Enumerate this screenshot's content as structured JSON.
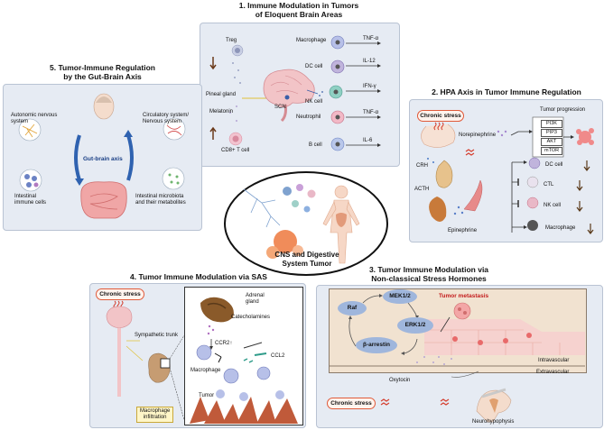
{
  "center": {
    "label_line1": "CNS and Digestive",
    "label_line2": "System Tumor"
  },
  "panel1": {
    "title_line1": "1. Immune Modulation in Tumors",
    "title_line2": "of Eloquent Brain Areas",
    "left_labels": {
      "treg": "Treg",
      "pineal": "Pineal gland",
      "melatonin": "Melatonin",
      "cd8": "CD8+ T cell",
      "scn": "SCN"
    },
    "cells": [
      {
        "cell": "Macrophage",
        "cytokine": "TNF-α"
      },
      {
        "cell": "DC cell",
        "cytokine": "IL-12"
      },
      {
        "cell": "NK cell",
        "cytokine": "IFN-γ"
      },
      {
        "cell": "Neutrophil",
        "cytokine": "TNF-α"
      },
      {
        "cell": "B cell",
        "cytokine": "IL-6"
      }
    ]
  },
  "panel2": {
    "title": "2. HPA Axis in Tumor Immune Regulation",
    "chronic_stress": "Chronic stress",
    "tumor_progression": "Tumor progression",
    "norepinephrine": "Norepinephrine",
    "crh": "CRH",
    "acth": "ACTH",
    "epinephrine": "Epinephrine",
    "pathway": [
      "PI3K",
      "PIP3",
      "AKT",
      "mTOR"
    ],
    "immune": [
      {
        "name": "DC cell"
      },
      {
        "name": "CTL"
      },
      {
        "name": "NK cell"
      },
      {
        "name": "Macrophage"
      }
    ]
  },
  "panel3": {
    "title_line1": "3. Tumor Immune Modulation via",
    "title_line2": "Non-classical Stress Hormones",
    "raf": "Raf",
    "mek": "MEK1/2",
    "erk": "ERK1/2",
    "arrestin": "β-arrestin",
    "metastasis": "Tumor metastasis",
    "intravascular": "Intravascular",
    "extravascular": "Extravascular",
    "oxytocin": "Oxytocin",
    "chronic_stress": "Chronic stress",
    "neurohypophysis": "Neurohypophysis"
  },
  "panel4": {
    "title": "4. Tumor Immune Modulation via SAS",
    "chronic_stress": "Chronic stress",
    "sympathetic": "Sympathetic trunk",
    "adrenal_line1": "Adrenal",
    "adrenal_line2": "gland",
    "catecholamines": "Catecholamines",
    "ccr2": "CCR2",
    "ccl2": "CCL2",
    "macrophage": "Macrophage",
    "tumor": "Tumor",
    "infiltration_line1": "Macrophage",
    "infiltration_line2": "infiltration"
  },
  "panel5": {
    "title_line1": "5. Tumor-Immune Regulation",
    "title_line2": "by the Gut-Brain Axis",
    "ans_line1": "Autonomic nervous",
    "ans_line2": "system",
    "circ_line1": "Circulatory system/",
    "circ_line2": "Nervous system",
    "axis": "Gut-brain axis",
    "immune_line1": "Intestinal",
    "immune_line2": "immune cells",
    "micro_line1": "Intestinal microbiota",
    "micro_line2": "and their metabolites"
  }
}
